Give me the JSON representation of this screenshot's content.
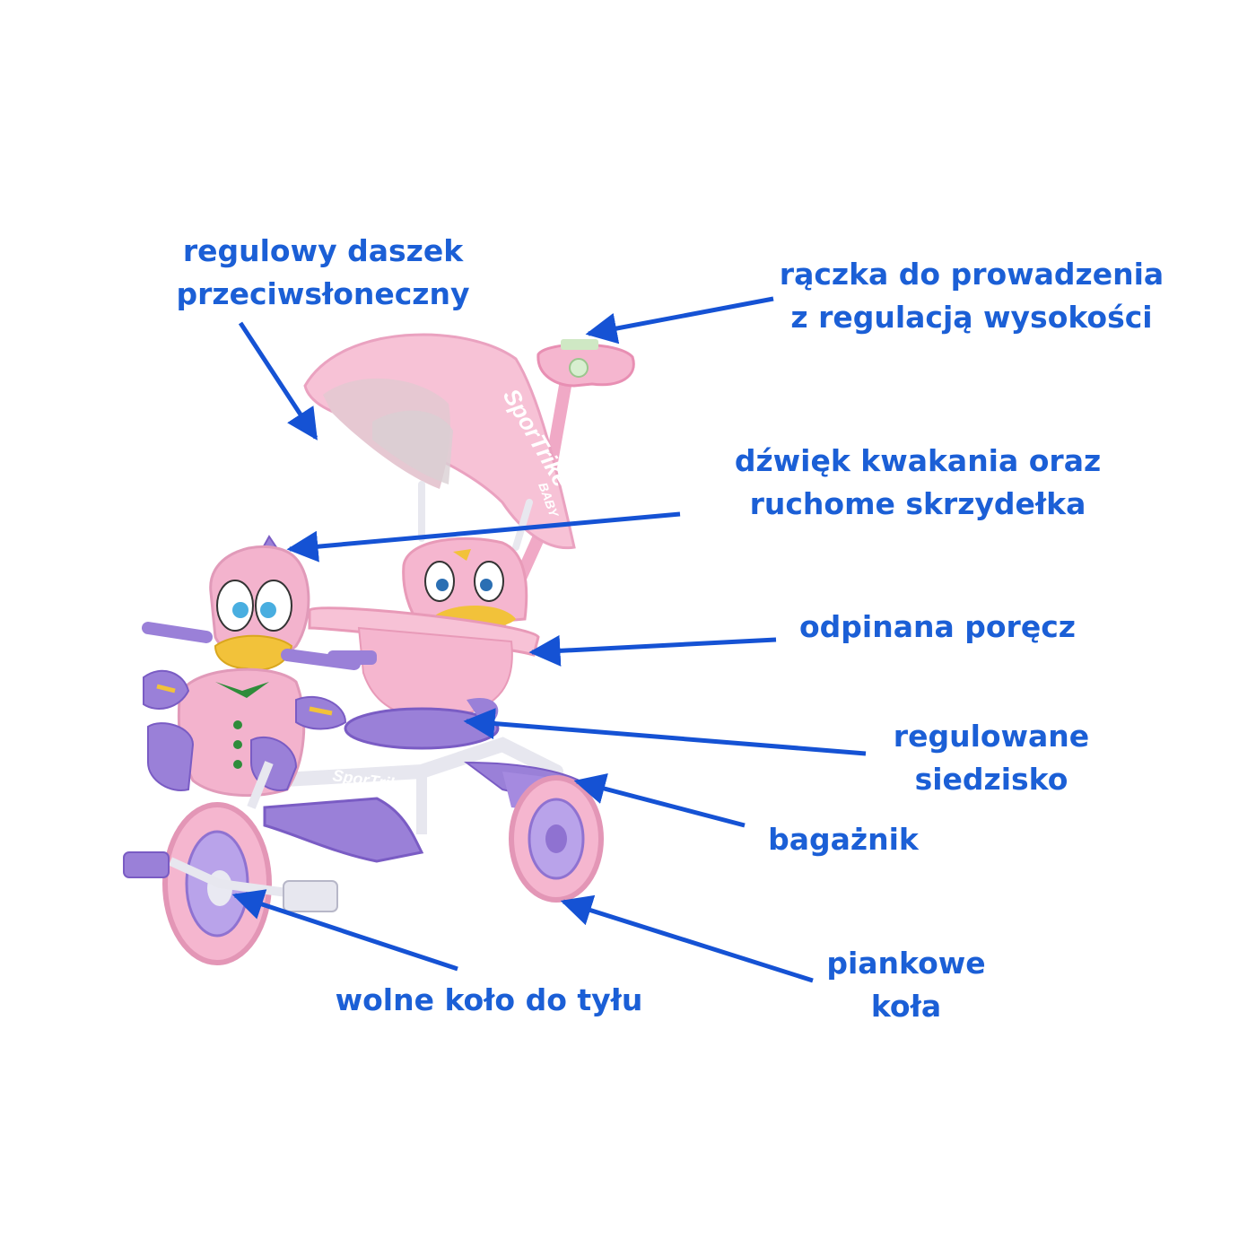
{
  "colors": {
    "label": "#1b5fd6",
    "arrow": "#1552d4",
    "pink": "#f5b6cf",
    "pink_dark": "#e88fb3",
    "purple": "#9a80d8",
    "purple_dark": "#7a5cc4"
  },
  "brand": {
    "canopy_logo": "SporTrike",
    "canopy_logo_sub": "BABY",
    "frame_logo": "SporTrike"
  },
  "annotations": {
    "canopy": [
      "regulowy daszek",
      "przeciwsłoneczny"
    ],
    "push_handle": [
      "rączka do prowadzenia",
      "z regulacją wysokości"
    ],
    "duck_sound": [
      "dźwięk kwakania oraz",
      "ruchome skrzydełka"
    ],
    "safety_bar": [
      "odpinana poręcz"
    ],
    "seat": [
      "regulowane",
      "siedzisko"
    ],
    "trunk": [
      "bagażnik"
    ],
    "wheels": [
      "piankowe",
      "koła"
    ],
    "freewheel": [
      "wolne koło do tyłu"
    ]
  }
}
